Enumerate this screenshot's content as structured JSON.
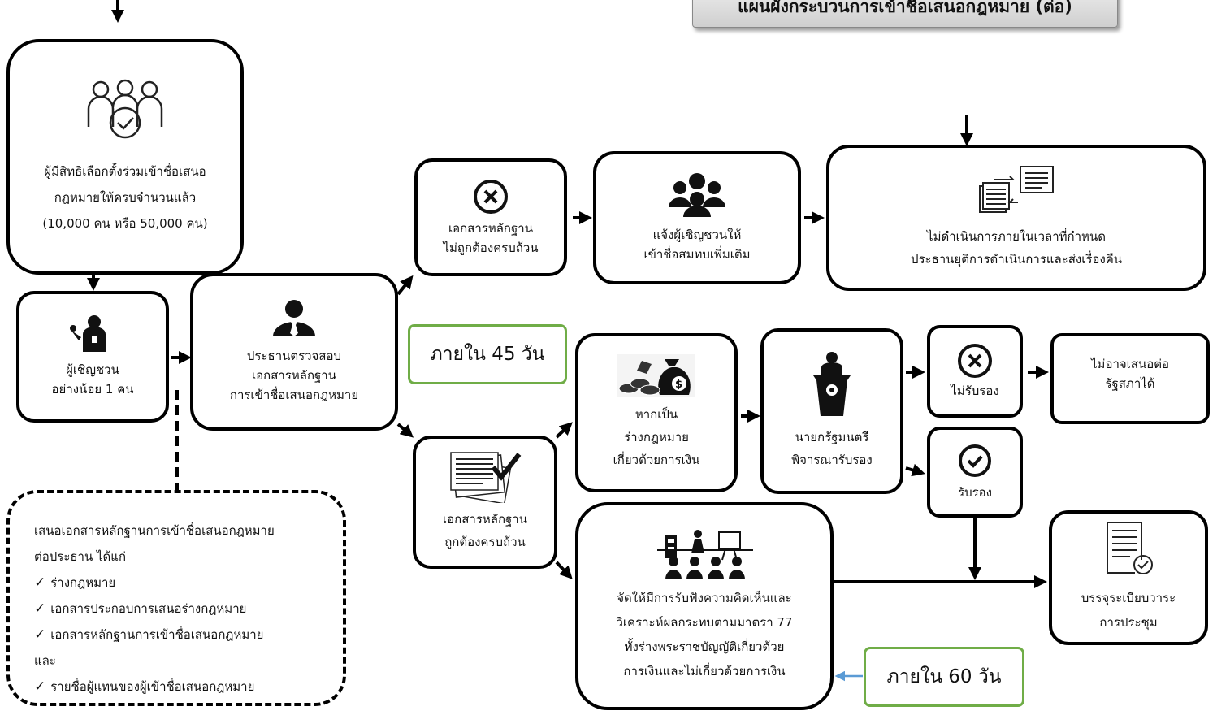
{
  "title": "แผนผังกระบวนการเข้าชื่อเสนอกฎหมาย (ต่อ)",
  "nodes": {
    "voters": [
      "ผู้มีสิทธิเลือกตั้งร่วมเข้าชื่อเสนอ",
      "กฎหมายให้ครบจำนวนแล้ว",
      "(10,000 คน หรือ 50,000 คน)"
    ],
    "inviter": [
      "ผู้เชิญชวน",
      "อย่างน้อย 1 คน"
    ],
    "president_check": [
      "ประธานตรวจสอบ",
      "เอกสารหลักฐาน",
      "การเข้าชื่อเสนอกฎหมาย"
    ],
    "docs_incomplete": [
      "เอกสารหลักฐาน",
      "ไม่ถูกต้องครบถ้วน"
    ],
    "notify": [
      "แจ้งผู้เชิญชวนให้",
      "เข้าชื่อสมทบเพิ่มเติม"
    ],
    "not_done": [
      "ไม่ดำเนินการภายในเวลาที่กำหนด",
      "ประธานยุติการดำเนินการและส่งเรื่องคืน"
    ],
    "docs_complete": [
      "เอกสารหลักฐาน",
      "ถูกต้องครบถ้วน"
    ],
    "money_bill": [
      "หากเป็น",
      "ร่างกฎหมาย",
      "เกี่ยวด้วยการเงิน"
    ],
    "pm": [
      "นายกรัฐมนตรี",
      "พิจารณารับรอง"
    ],
    "not_certified": [
      "ไม่รับรอง"
    ],
    "certified": [
      "รับรอง"
    ],
    "cannot_propose": [
      "ไม่อาจเสนอต่อ",
      "รัฐสภาได้"
    ],
    "hearing": [
      "จัดให้มีการรับฟังความคิดเห็นและ",
      "วิเคราะห์ผลกระทบตามมาตรา 77",
      "ทั้งร่างพระราชบัญญัติเกี่ยวด้วย",
      "การเงินและไม่เกี่ยวด้วยการเงิน"
    ],
    "agenda": [
      "บรรจุระเบียบวาระ",
      "การประชุม"
    ]
  },
  "deadlines": {
    "d45": "ภายใน 45 วัน",
    "d60": "ภายใน 60 วัน"
  },
  "submission": {
    "intro": [
      "เสนอเอกสารหลักฐานการเข้าชื่อเสนอกฎหมาย",
      "ต่อประธาน ได้แก่"
    ],
    "check_mark": "✓",
    "items": [
      "ร่างกฎหมาย",
      "เอกสารประกอบการเสนอร่างกฎหมาย",
      "เอกสารหลักฐานการเข้าชื่อเสนอกฎหมาย",
      "รายชื่อผู้แทนของผู้เข้าชื่อเสนอกฎหมาย"
    ],
    "conjunction": "และ"
  },
  "colors": {
    "deadline_border": "#70ad47",
    "arrow_blue": "#5b9bd5"
  }
}
